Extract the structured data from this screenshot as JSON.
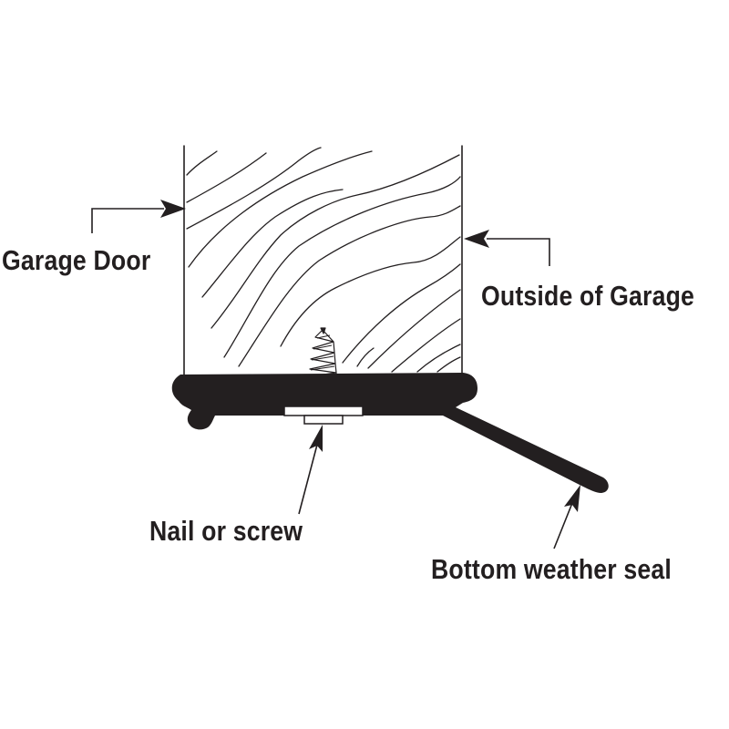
{
  "labels": {
    "garage_door": "Garage Door",
    "outside_of_garage": "Outside of Garage",
    "nail_or_screw": "Nail or screw",
    "bottom_weather_seal": "Bottom weather seal"
  },
  "colors": {
    "ink": "#231f20",
    "background": "#ffffff"
  }
}
